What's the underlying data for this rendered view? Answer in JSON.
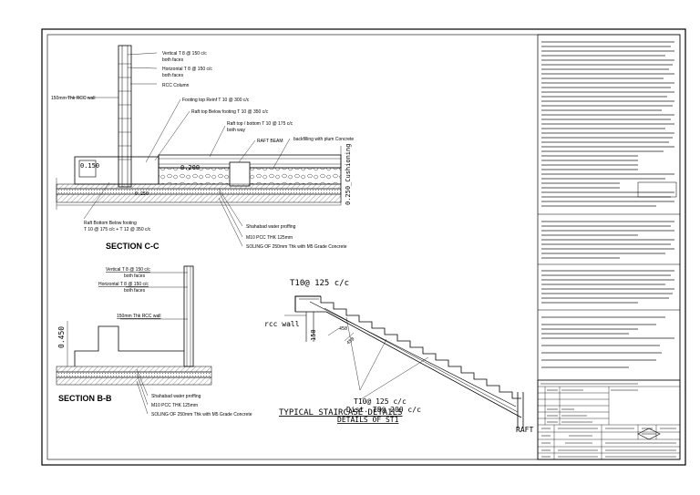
{
  "section_cc": {
    "title": "SECTION C-C",
    "labels": [
      "Vertical T 8 @ 150 c/c",
      "both faces",
      "Horizontal T 8 @ 150 c/c",
      "both faces",
      "RCC Column",
      "150mm Thk RCC wall",
      "Footing top Reinf T 10 @ 300 c/c",
      "Raft top Below footing T 10 @ 350 c/c",
      "Raft top / bottom T 10 @ 175 c/c",
      "both way",
      "RAFT BEAM",
      "backfilling with plum Concrete",
      "Raft Bottom Below footing",
      "T 10 @ 175 c/c + T 12 @ 350 c/c",
      "Shahabad water proffing",
      "M10 PCC THK 125mm",
      "SOLING OF 250mm Thk with M5 Grade Concrete"
    ],
    "dims": [
      "0.150",
      "0.200",
      "0.250",
      "0.250_Cushioning"
    ]
  },
  "section_bb": {
    "title": "SECTION B-B",
    "labels": [
      "Vertical T 8 @ 150 c/c",
      "both faces",
      "Horizontal T 8 @ 150 c/c",
      "both faces",
      "150mm Thk RCC wall",
      "Shahabad water proffing",
      "M10 PCC THK 125mm",
      "SOLING OF 250mm Thk with M5 Grade Concrete"
    ],
    "dims": [
      "0.450"
    ]
  },
  "staircase": {
    "top_label": "T10@ 125 c/c",
    "wall_label": "rcc wall",
    "dim_150": "150",
    "dim_450": "450",
    "dim_450b": "450",
    "bar_label": "T10@ 125 c/c",
    "dist_label": "Dist. T8@ 200 c/c",
    "details_label": "DETAILS OF ST1",
    "main_title": "TYPICAL STAIRCASE DETAILS",
    "raft_label": "RAFT"
  }
}
